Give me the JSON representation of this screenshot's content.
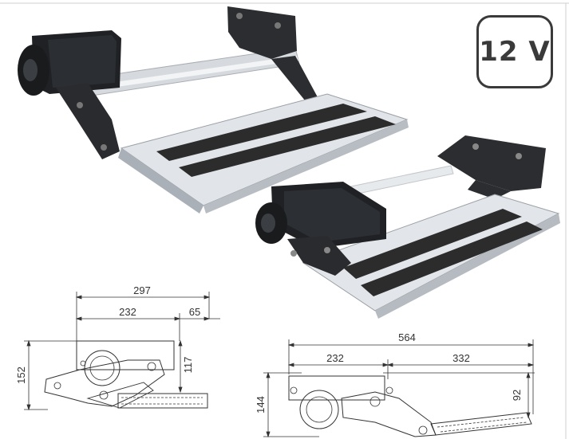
{
  "badge": {
    "label": "12 V"
  },
  "drawing_left": {
    "dim_total": "297",
    "dim_inner": "232",
    "dim_offset": "65",
    "dim_height": "152",
    "dim_rise": "117"
  },
  "drawing_right": {
    "dim_total": "564",
    "dim_inner": "232",
    "dim_extend": "332",
    "dim_height": "144",
    "dim_rise": "92"
  },
  "colors": {
    "line": "#333333",
    "step_light": "#dfe2e6",
    "step_dark": "#2a2a2a",
    "motor": "#1f2124",
    "rod": "#cfd3d6"
  }
}
